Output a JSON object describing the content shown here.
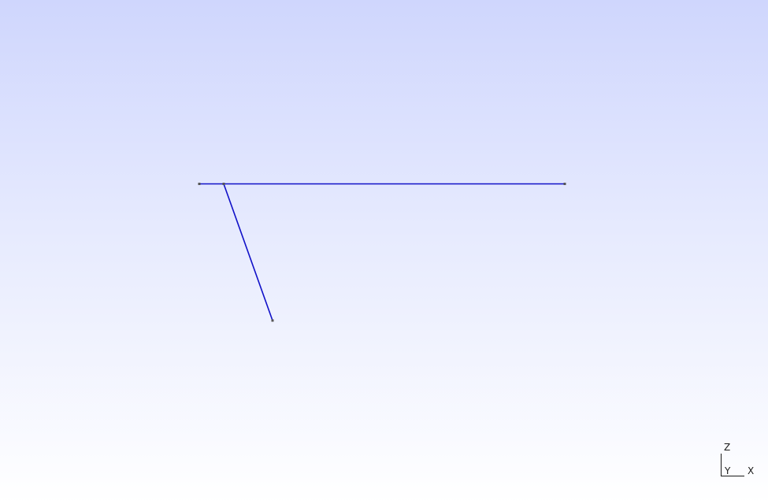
{
  "viewport": {
    "background_top": "#cfd6fd",
    "background_bottom": "#ffffff"
  },
  "model": {
    "line_color": "#1010c8",
    "node_color": "#555555"
  },
  "axis_triad": {
    "z": "Z",
    "y": "Y",
    "x": "X"
  }
}
